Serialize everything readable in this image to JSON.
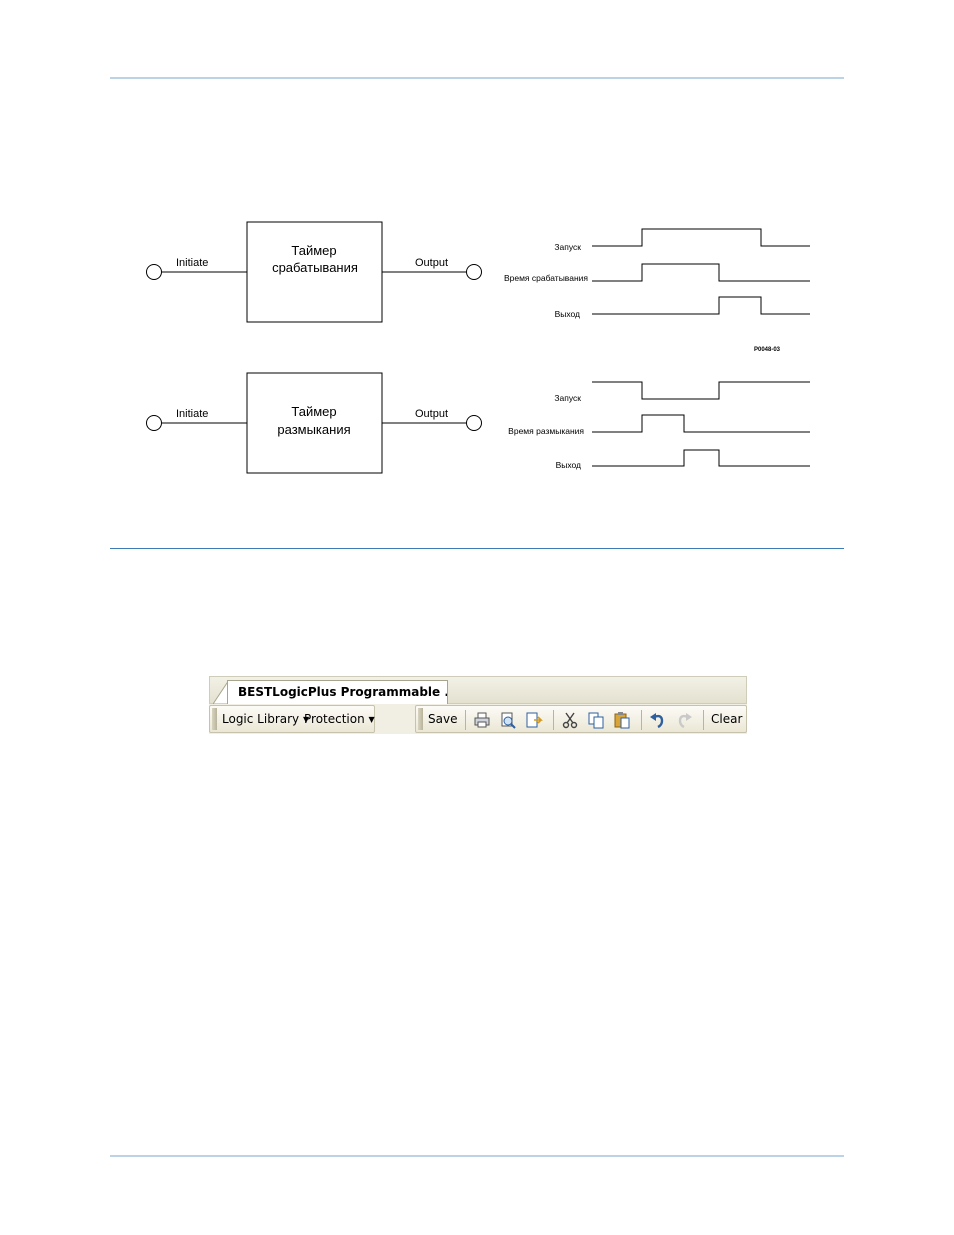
{
  "diagram": {
    "top_block": {
      "title_line1": "Таймер",
      "title_line2": "срабатывания",
      "input_label": "Initiate",
      "output_label": "Output"
    },
    "bottom_block": {
      "title_line1": "Таймер",
      "title_line2": "размыкания",
      "input_label": "Initiate",
      "output_label": "Output"
    },
    "top_timing": {
      "signal_1": "Запуск",
      "signal_2": "Время срабатывания",
      "signal_3": "Выход"
    },
    "bottom_timing": {
      "signal_1": "Запуск",
      "signal_2": "Время размыкания",
      "signal_3": "Выход"
    },
    "figure_code": "P0048-03"
  },
  "toolbar": {
    "tab_title": "BESTLogicPlus Programmable ...",
    "logic_library_label": "Logic Library",
    "protection_label": "Protection",
    "dropdown_caret": "▼",
    "save_label": "Save",
    "clear_label": "Clear",
    "icons": [
      "print-icon",
      "print-preview-icon",
      "export-icon",
      "cut-icon",
      "copy-icon",
      "paste-icon",
      "undo-icon",
      "redo-icon"
    ]
  }
}
